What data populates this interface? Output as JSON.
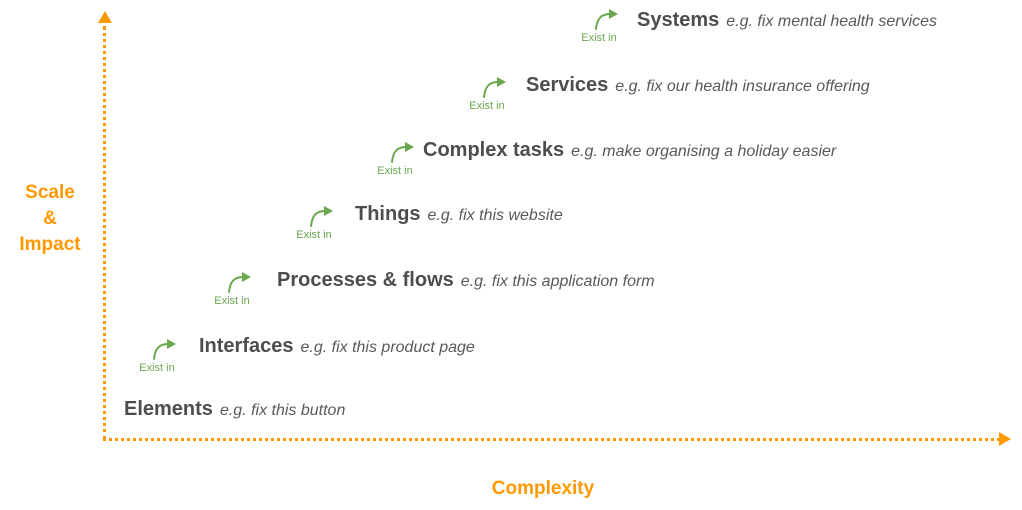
{
  "axes": {
    "y_label_lines": [
      "Scale",
      "&",
      "Impact"
    ],
    "x_label": "Complexity"
  },
  "exist_in_label": "Exist in",
  "items": [
    {
      "title": "Elements",
      "example": "e.g. fix this button"
    },
    {
      "title": "Interfaces",
      "example": "e.g. fix this product page"
    },
    {
      "title": "Processes & flows",
      "example": "e.g. fix this application form"
    },
    {
      "title": "Things",
      "example": "e.g. fix this website"
    },
    {
      "title": "Complex tasks",
      "example": "e.g. make organising a holiday easier"
    },
    {
      "title": "Services",
      "example": "e.g. fix our health insurance offering"
    },
    {
      "title": "Systems",
      "example": "e.g. fix mental health services"
    }
  ],
  "colors": {
    "accent_orange": "#FF9900",
    "arrow_green": "#6AA84F",
    "title_gray": "#4D4D4D",
    "example_gray": "#595959"
  }
}
